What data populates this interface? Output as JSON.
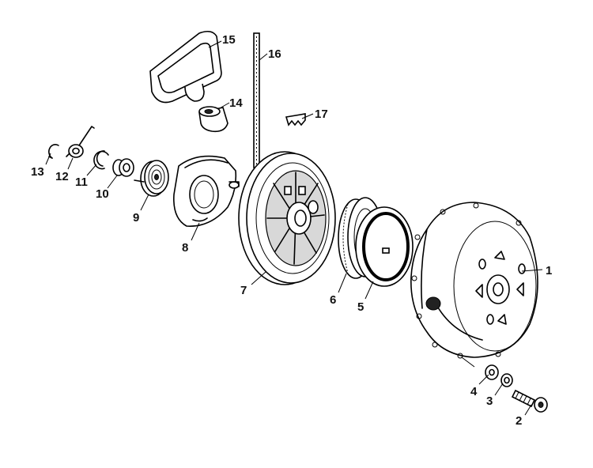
{
  "callouts": {
    "c1": "1",
    "c2": "2",
    "c3": "3",
    "c4": "4",
    "c5": "5",
    "c6": "6",
    "c7": "7",
    "c8": "8",
    "c9": "9",
    "c10": "10",
    "c11": "11",
    "c12": "12",
    "c13": "13",
    "c14": "14",
    "c15": "15",
    "c16": "16",
    "c17": "17"
  },
  "colors": {
    "line": "#000000",
    "background": "#ffffff",
    "shade": "#d8d8d8"
  }
}
